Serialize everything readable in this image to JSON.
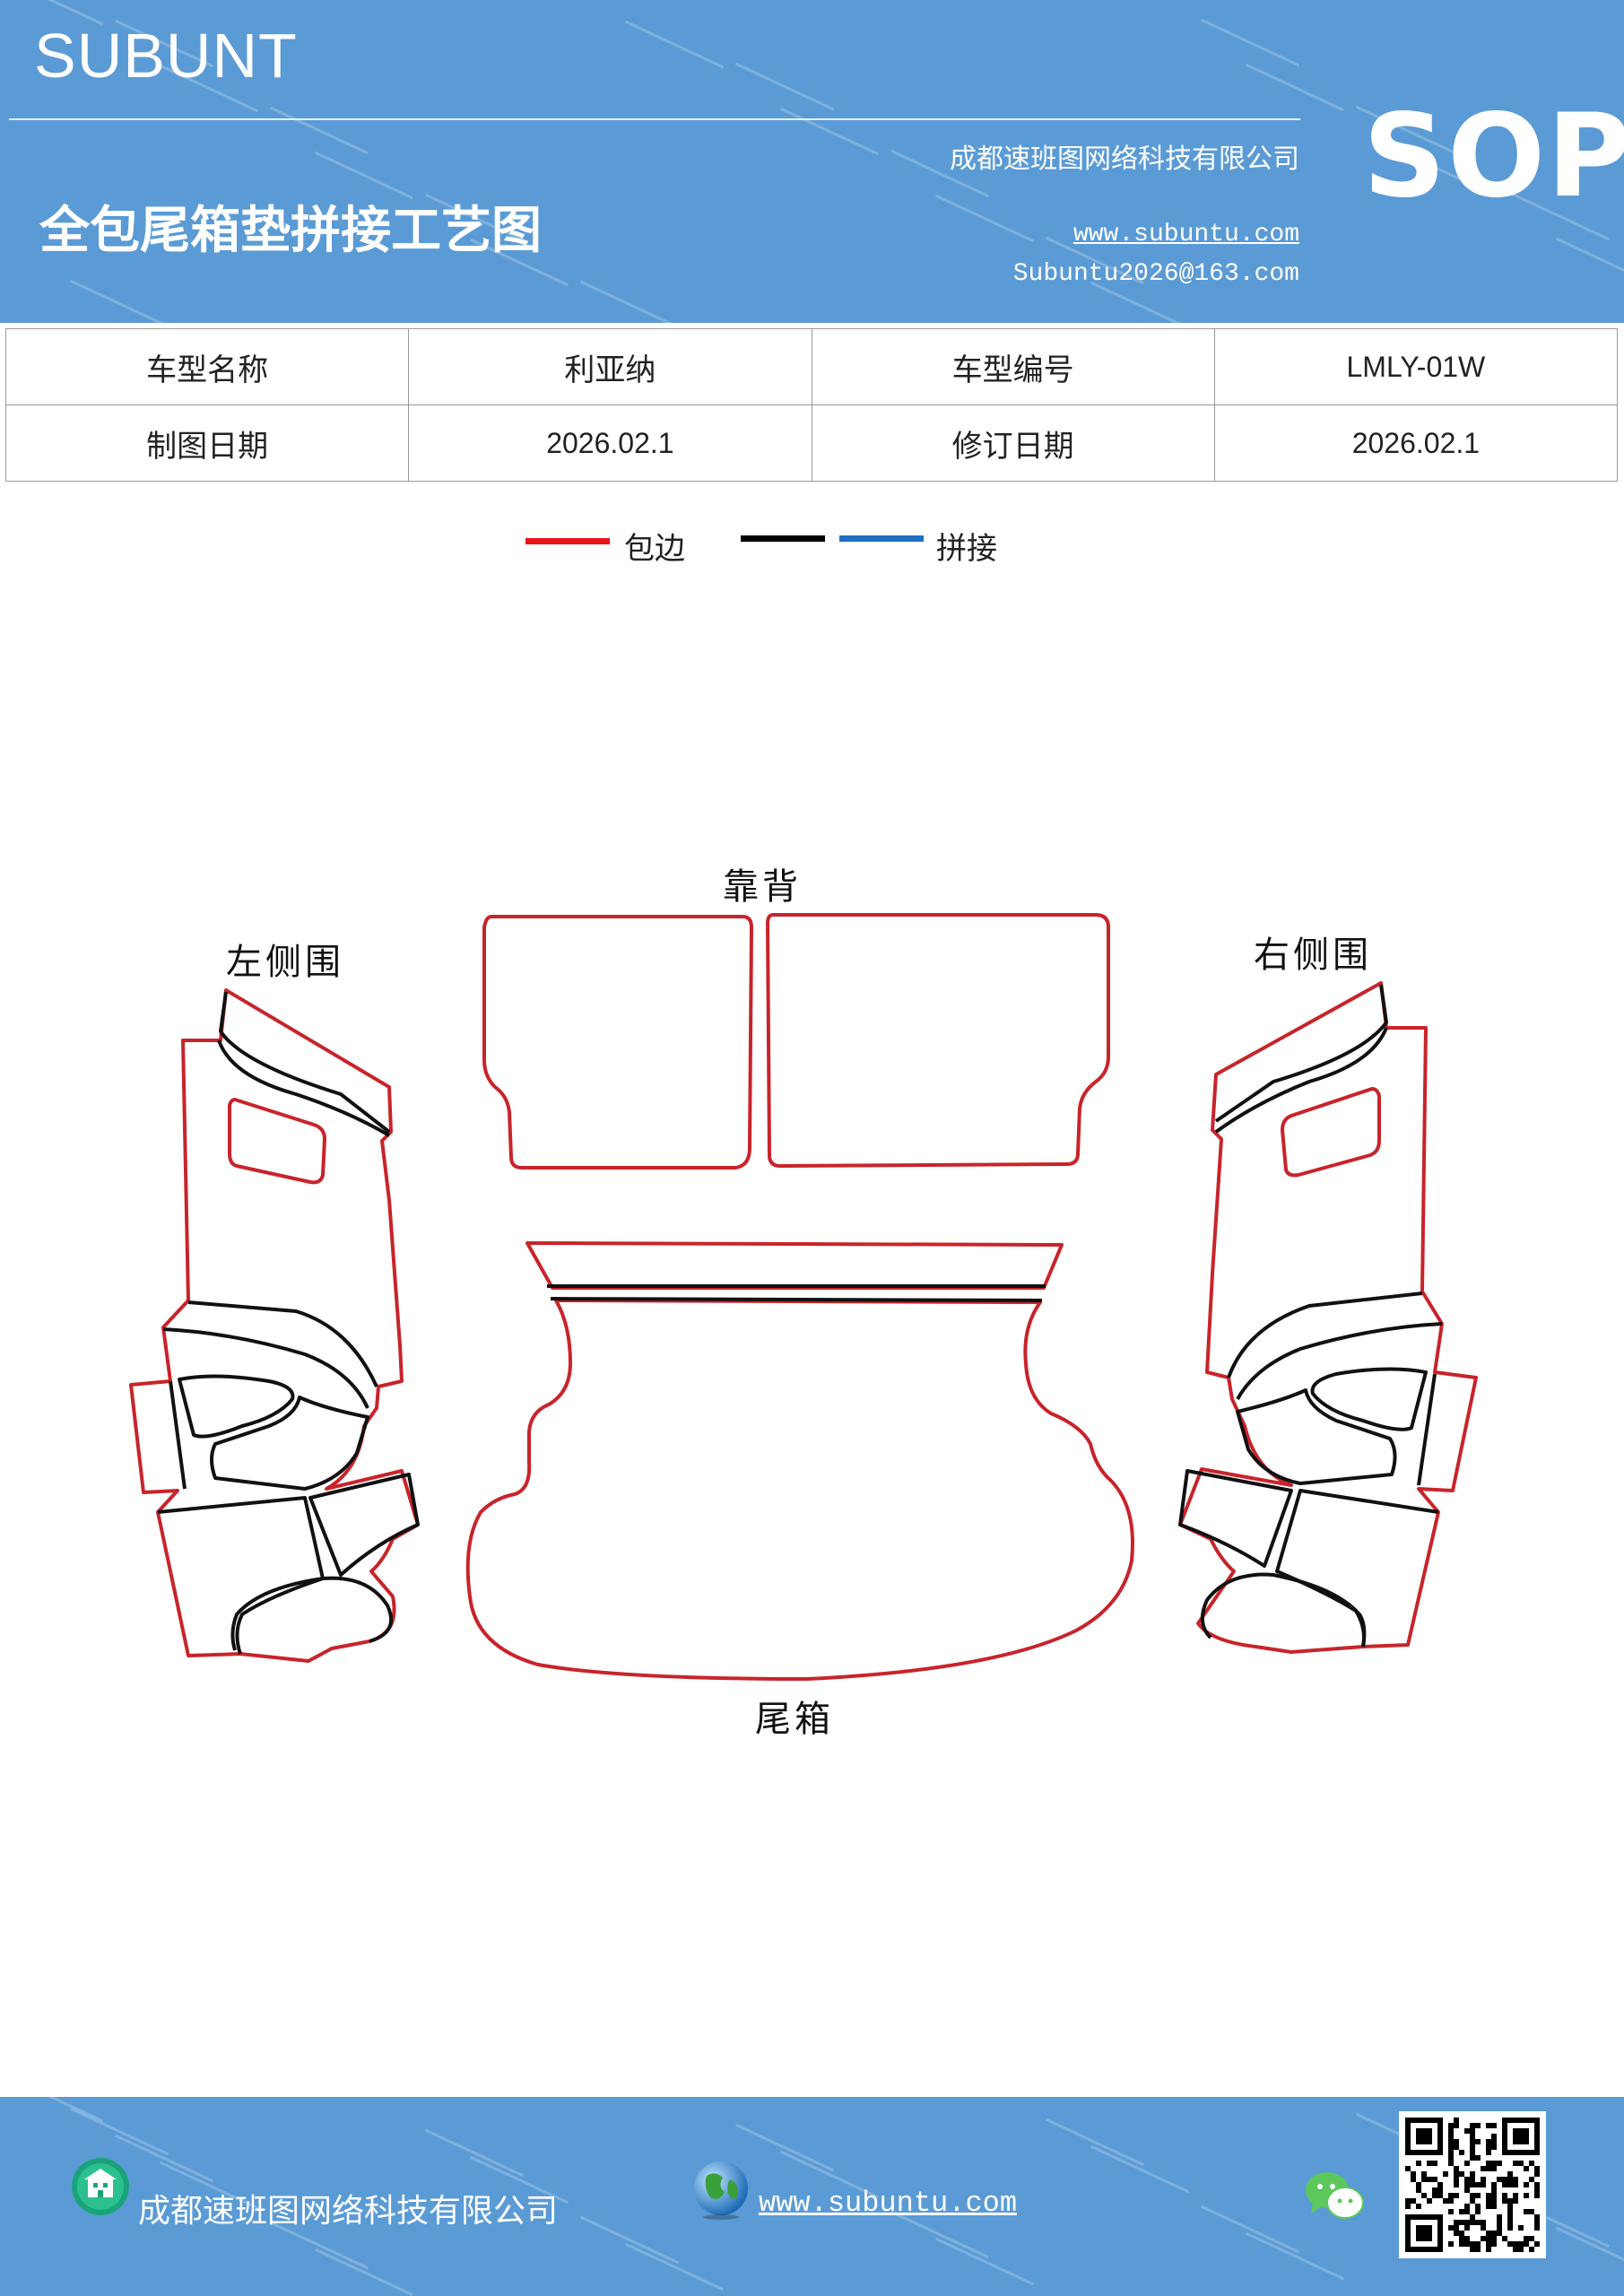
{
  "header": {
    "brand": "SUBUNT",
    "title": "全包尾箱垫拼接工艺图",
    "company": "成都速班图网络科技有限公司",
    "website": "www.subuntu.com",
    "email": "Subuntu2026@163.com",
    "badge": "SOP",
    "color": "#5b9bd5"
  },
  "info_table": {
    "rows": [
      {
        "label1": "车型名称",
        "value1": "利亚纳",
        "label2": "车型编号",
        "value2": "LMLY-01W"
      },
      {
        "label1": "制图日期",
        "value1": "2026.02.1",
        "label2": "修订日期",
        "value2": "2026.02.1"
      }
    ]
  },
  "legend": {
    "items": [
      {
        "label": "包边",
        "color": "#e8141b"
      },
      {
        "label": "",
        "color": "#000000"
      },
      {
        "label": "拼接",
        "color": "#1f6fc4"
      }
    ]
  },
  "diagram": {
    "labels": {
      "backrest": "靠背",
      "left_side": "左侧围",
      "right_side": "右侧围",
      "trunk": "尾箱"
    },
    "edge_color": "#c8242b",
    "seam_color": "#111111"
  },
  "footer": {
    "company": "成都速班图网络科技有限公司",
    "website": "www.subuntu.com",
    "icons": [
      "building-icon",
      "globe-icon",
      "wechat-icon",
      "qr-code"
    ]
  }
}
